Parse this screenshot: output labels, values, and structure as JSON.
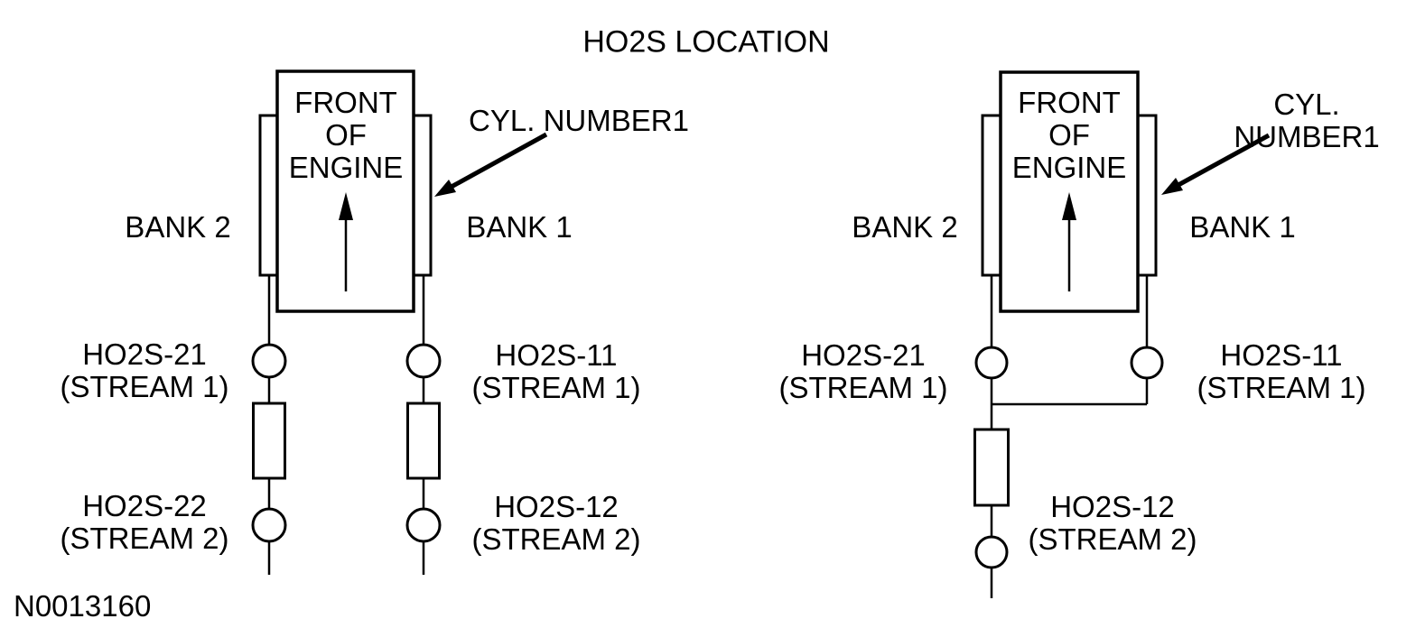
{
  "title": "HO2S LOCATION",
  "figure_number": "N0013160",
  "colors": {
    "line": "#000000",
    "background": "#ffffff",
    "text": "#000000"
  },
  "left_diagram": {
    "engine_label": "FRONT\nOF\nENGINE",
    "cyl_number_label": "CYL. NUMBER1",
    "bank2_label": "BANK 2",
    "bank1_label": "BANK 1",
    "sensor_upstream_bank2": {
      "name": "HO2S-21",
      "stream": "(STREAM 1)"
    },
    "sensor_upstream_bank1": {
      "name": "HO2S-11",
      "stream": "(STREAM 1)"
    },
    "sensor_downstream_bank2": {
      "name": "HO2S-22",
      "stream": "(STREAM 2)"
    },
    "sensor_downstream_bank1": {
      "name": "HO2S-12",
      "stream": "(STREAM 2)"
    }
  },
  "right_diagram": {
    "engine_label": "FRONT\nOF\nENGINE",
    "cyl_number_label": "CYL. NUMBER1",
    "bank2_label": "BANK 2",
    "bank1_label": "BANK 1",
    "sensor_upstream_bank2": {
      "name": "HO2S-21",
      "stream": "(STREAM 1)"
    },
    "sensor_upstream_bank1": {
      "name": "HO2S-11",
      "stream": "(STREAM 1)"
    },
    "sensor_downstream": {
      "name": "HO2S-12",
      "stream": "(STREAM 2)"
    }
  }
}
